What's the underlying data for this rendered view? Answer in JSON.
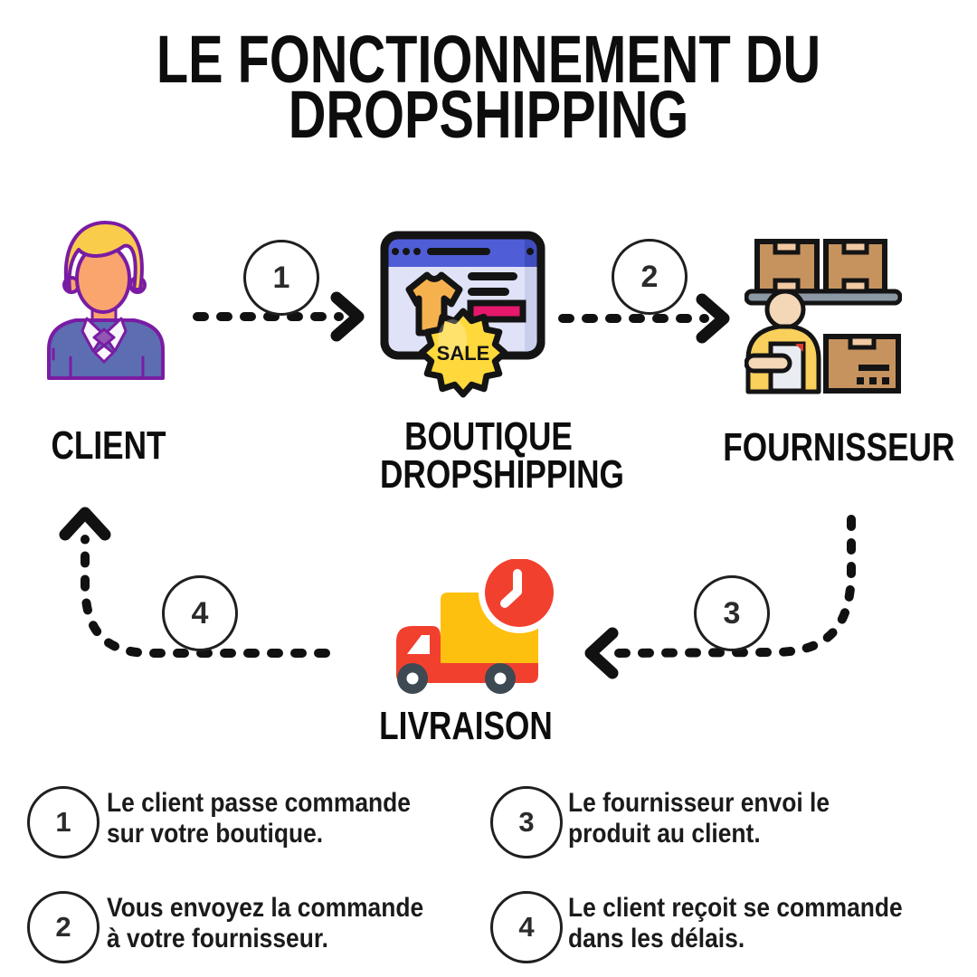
{
  "title": {
    "lines": [
      "LE FONCTIONNEMENT DU",
      "DROPSHIPPING"
    ]
  },
  "nodes": {
    "client": {
      "label": "CLIENT",
      "icon": "customer-person-icon"
    },
    "boutique": {
      "lines": [
        "BOUTIQUE",
        "DROPSHIPPING"
      ],
      "badge": "SALE",
      "icon": "shop-browser-sale-icon"
    },
    "fournisseur": {
      "label": "FOURNISSEUR",
      "icon": "warehouse-supplier-icon"
    },
    "livraison": {
      "label": "LIVRAISON",
      "icon": "delivery-truck-clock-icon"
    }
  },
  "flow": [
    {
      "number": "1"
    },
    {
      "number": "2"
    },
    {
      "number": "3"
    },
    {
      "number": "4"
    }
  ],
  "legend": [
    {
      "number": "1",
      "lines": [
        "Le client passe commande",
        "sur votre boutique."
      ]
    },
    {
      "number": "2",
      "lines": [
        "Vous envoyez la commande",
        "à votre fournisseur."
      ]
    },
    {
      "number": "3",
      "lines": [
        "Le fournisseur envoi le",
        "produit au client."
      ]
    },
    {
      "number": "4",
      "lines": [
        "Le client reçoit se commande",
        "dans les délais."
      ]
    }
  ],
  "colors": {
    "background": "#ffffff",
    "text": "#0d0d0d",
    "arrow": "#111111",
    "client_outline": "#7a1ca3",
    "client_hair": "#f9cc4c",
    "client_skin": "#fba56e",
    "client_sweater": "#5d6db1",
    "client_tie": "#9257b5",
    "browser_bar": "#4f5ed6",
    "browser_body": "#e0e3f8",
    "shirt_orange": "#f6b14f",
    "sale_pink": "#e5186c",
    "sale_yellow": "#ffd93b",
    "box_tan": "#c6935f",
    "box_tape": "#f2c9a2",
    "shelf_gray": "#8c99a5",
    "worker_shirt": "#f8d05b",
    "worker_skin": "#f3d7b7",
    "truck_red": "#f2402f",
    "truck_yellow": "#fec00f",
    "wheel_slate": "#3d4a53"
  }
}
